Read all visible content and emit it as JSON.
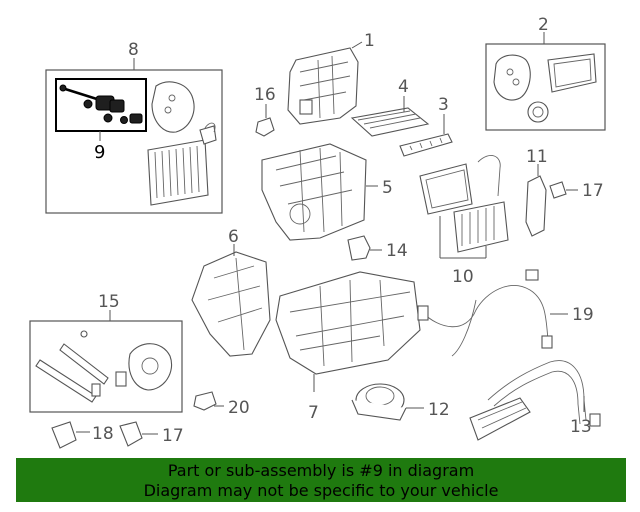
{
  "callouts": {
    "c1": "1",
    "c2": "2",
    "c3": "3",
    "c4": "4",
    "c5": "5",
    "c6": "6",
    "c7": "7",
    "c8": "8",
    "c9": "9",
    "c10": "10",
    "c11": "11",
    "c12": "12",
    "c13": "13",
    "c14": "14",
    "c15": "15",
    "c16": "16",
    "c17a": "17",
    "c17b": "17",
    "c18": "18",
    "c19": "19",
    "c20": "20"
  },
  "highlighted_part": "9",
  "banner": {
    "line1": "Part or sub-assembly is #9 in diagram",
    "line2": "Diagram may not be specific to your vehicle",
    "color": "#1f7a0f"
  }
}
